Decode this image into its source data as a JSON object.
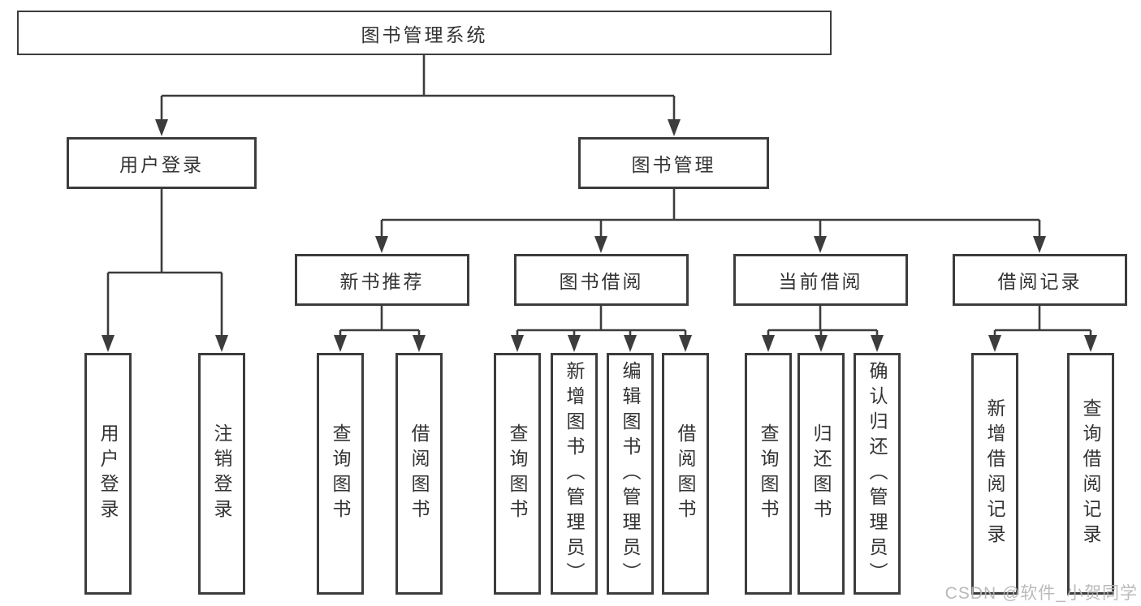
{
  "diagram": {
    "title": "图书管理系统",
    "level2": {
      "login": "用户登录",
      "management": "图书管理"
    },
    "level3": [
      "新书推荐",
      "图书借阅",
      "当前借阅",
      "借阅记录"
    ],
    "leaves": {
      "login": [
        "用户登录",
        "注销登录"
      ],
      "newbook": [
        "查询图书",
        "借阅图书"
      ],
      "borrow": [
        "查询图书",
        "新增图书（管理员）",
        "编辑图书（管理员）",
        "借阅图书"
      ],
      "current": [
        "查询图书",
        "归还图书",
        "确认归还（管理员）"
      ],
      "records": [
        "新增借阅记录",
        "查询借阅记录"
      ]
    }
  },
  "watermark": "CSDN @软件_小贺同学",
  "colors": {
    "line": "#3c3c3c",
    "box_border": "#3c3c3c",
    "text": "#333333",
    "background": "#ffffff",
    "watermark": "#b5b5b8"
  }
}
